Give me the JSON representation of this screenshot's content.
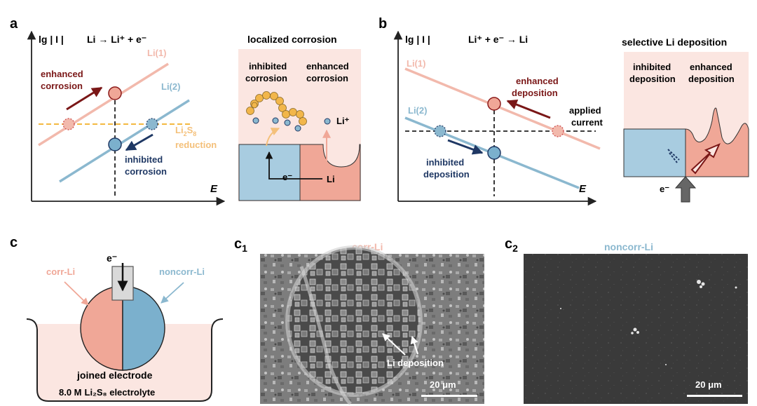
{
  "panels": {
    "a": {
      "letter": "a",
      "ylabel": "lg | I |",
      "reaction": "Li → Li⁺ + e⁻",
      "xlabel": "E",
      "li1": "Li(1)",
      "li2": "Li(2)",
      "enhanced": [
        "enhanced",
        "corrosion"
      ],
      "inhibited": [
        "inhibited",
        "corrosion"
      ],
      "li2s8_base": "Li",
      "li2s8_sub1": "2",
      "li2s8_s": "S",
      "li2s8_sub2": "8",
      "reduction": "reduction",
      "schematic_title": "localized corrosion",
      "left_col": [
        "inhibited",
        "corrosion"
      ],
      "right_col": [
        "enhanced",
        "corrosion"
      ],
      "li_plus": "Li⁺",
      "electron": "e⁻",
      "li": "Li"
    },
    "b": {
      "letter": "b",
      "ylabel": "lg | I |",
      "reaction": "Li⁺ + e⁻ → Li",
      "xlabel": "E",
      "li1": "Li(1)",
      "li2": "Li(2)",
      "enhanced": [
        "enhanced",
        "deposition"
      ],
      "inhibited": [
        "inhibited",
        "deposition"
      ],
      "applied": [
        "applied",
        "current"
      ],
      "schematic_title": "selective Li deposition",
      "left_col": [
        "inhibited",
        "deposition"
      ],
      "right_col": [
        "enhanced",
        "deposition"
      ],
      "electron": "e⁻"
    },
    "c": {
      "letter": "c",
      "electron": "e⁻",
      "corr": "corr-Li",
      "noncorr": "noncorr-Li",
      "electrode": "joined electrode",
      "electrolyte_conc": "8.0 M",
      "electrolyte_rest": "Li₂S₈ electrolyte"
    },
    "c1": {
      "letter": "c",
      "sub": "1",
      "title": "corr-Li",
      "annotation": "Li deposition",
      "scale": "20 μm"
    },
    "c2": {
      "letter": "c",
      "sub": "2",
      "title": "noncorr-Li",
      "scale": "20 μm"
    }
  },
  "colors": {
    "pink_line": "#f2b9ac",
    "blue_line": "#8bb8cf",
    "pink_fill": "#f0a797",
    "blue_fill": "#a8cce0",
    "bg_pink": "#fbe6e1",
    "dark_red": "#7a1717",
    "navy": "#1f3864",
    "orange": "#f4b940",
    "light_blue_text": "#8bb8cf"
  }
}
